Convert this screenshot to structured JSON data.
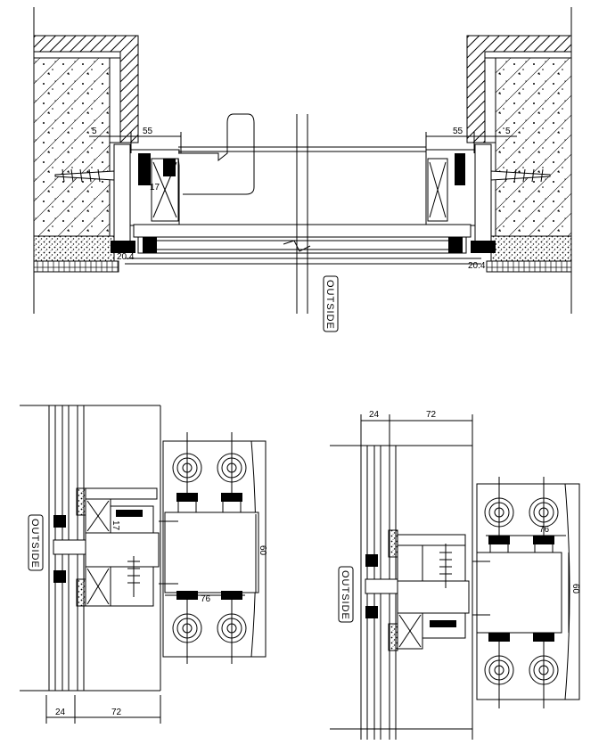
{
  "labels": {
    "outside": "OUTSIDE"
  },
  "top_detail": {
    "dim_left_55": "55",
    "dim_left_5": "5",
    "dim_left_17": "17",
    "dim_left_204": "20.4",
    "dim_right_55": "55",
    "dim_right_5": "5",
    "dim_right_204": "20.4"
  },
  "bottom_left_detail": {
    "dim_17": "17",
    "dim_60": "60",
    "dim_76": "76",
    "dim_24": "24",
    "dim_72": "72"
  },
  "bottom_right_detail": {
    "dim_24": "24",
    "dim_72": "72",
    "dim_76": "76",
    "dim_60": "60"
  },
  "colors": {
    "line": "#000000",
    "background": "#ffffff"
  }
}
